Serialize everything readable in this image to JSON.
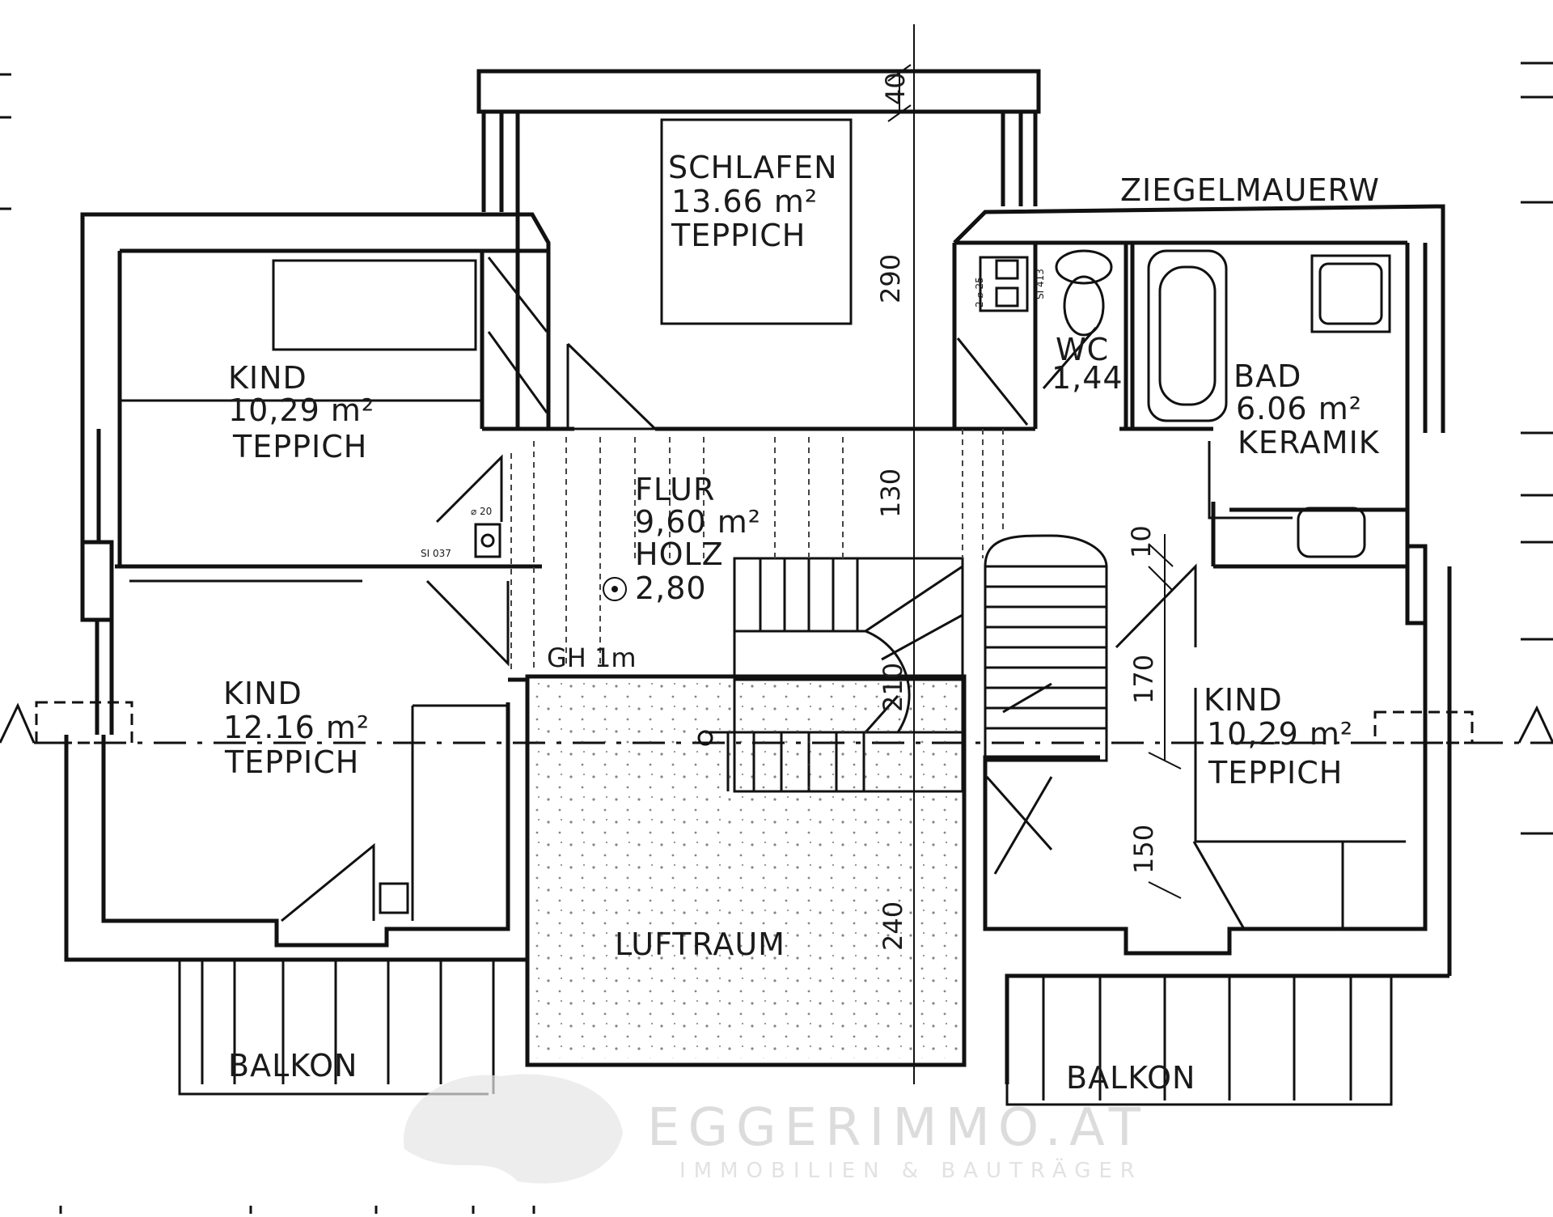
{
  "top_note": "ZIEGELMAUERW",
  "rooms": {
    "schlafen": {
      "name": "SCHLAFEN",
      "area": "13.66 m²",
      "floor": "TEPPICH"
    },
    "kind_top_left": {
      "name": "KIND",
      "area": "10,29 m²",
      "floor": "TEPPICH"
    },
    "kind_bottom_left": {
      "name": "KIND",
      "area": "12.16 m²",
      "floor": "TEPPICH"
    },
    "flur": {
      "name": "FLUR",
      "area": "9,60 m²",
      "floor": "HOLZ",
      "height": "2,80"
    },
    "wc": {
      "name": "WC",
      "area": "1,44"
    },
    "bad": {
      "name": "BAD",
      "area": "6.06 m²",
      "floor": "KERAMIK"
    },
    "kind_right": {
      "name": "KIND",
      "area": "10,29 m²",
      "floor": "TEPPICH"
    },
    "luftraum": {
      "name": "LUFTRAUM"
    },
    "balkon_left": {
      "name": "BALKON"
    },
    "balkon_right": {
      "name": "BALKON"
    }
  },
  "dimensions": {
    "d290": "290",
    "d130": "130",
    "d40": "40",
    "d10": "10",
    "d170": "170",
    "d210": "210",
    "d150": "150",
    "d240": "240"
  },
  "notes": {
    "gh": "GH 1m",
    "phi20": "⌀ 20",
    "si037": "SI 037",
    "si413": "SI 413",
    "phi25": "2 ⌀ 25"
  },
  "watermark": {
    "brand": "EGGERIMMO.AT",
    "tagline": "IMMOBILIEN & BAUTRÄGER"
  }
}
